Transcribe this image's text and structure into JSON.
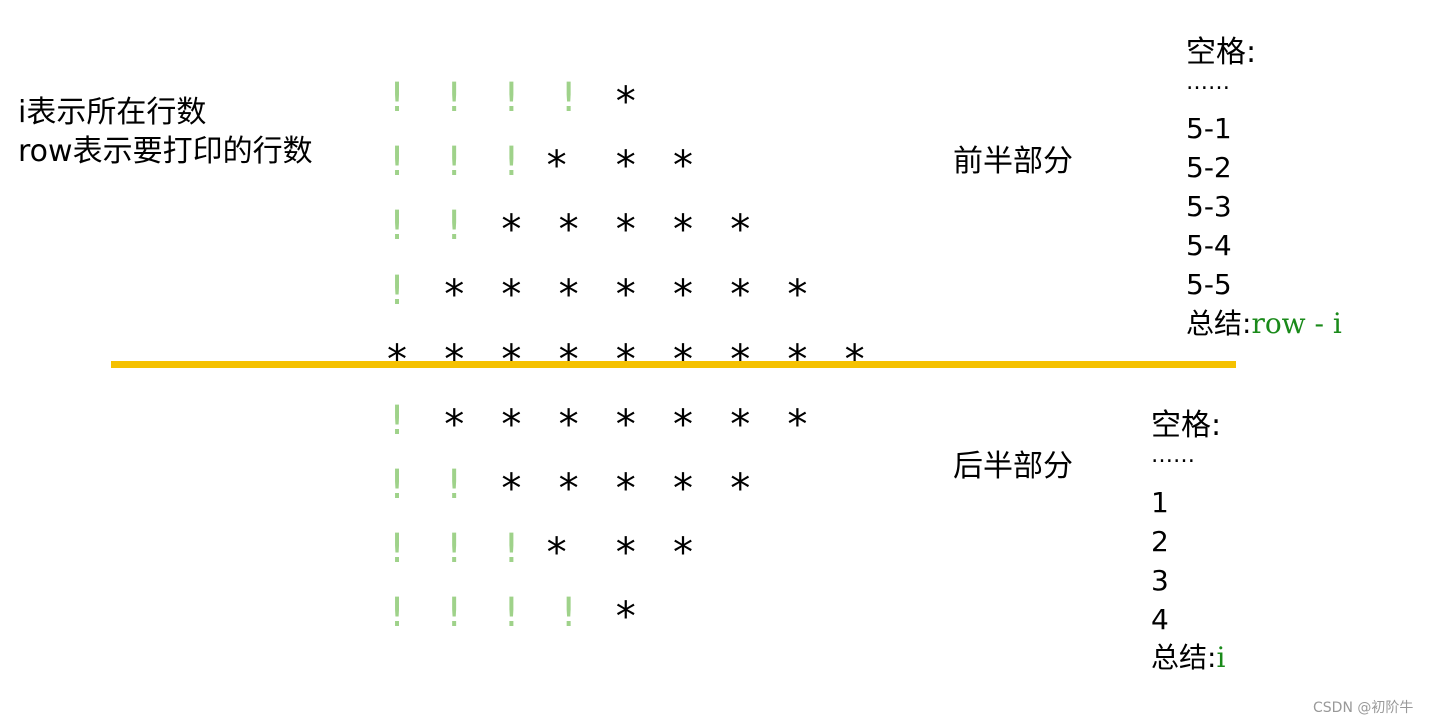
{
  "legend": {
    "line1": "i表示所在行数",
    "line2": "row表示要打印的行数"
  },
  "top_section_label": "前半部分",
  "bottom_section_label": "后半部分",
  "top_panel": {
    "title": "空格:",
    "dots": "……",
    "items": [
      "5-1",
      "5-2",
      "5-3",
      "5-4",
      "5-5"
    ],
    "summary_prefix": "总结:",
    "summary_formula": "row - i"
  },
  "bottom_panel": {
    "title": "空格:",
    "dots": "……",
    "items": [
      "1",
      "2",
      "3",
      "4"
    ],
    "summary_prefix": "总结:",
    "summary_formula": "i"
  },
  "pattern": {
    "star_char": "*",
    "space_char": "!",
    "rows": [
      {
        "spaces": 4,
        "stars": 1
      },
      {
        "spaces": 3,
        "stars": 3
      },
      {
        "spaces": 2,
        "stars": 5
      },
      {
        "spaces": 1,
        "stars": 7
      },
      {
        "spaces": 0,
        "stars": 9
      },
      {
        "spaces": 1,
        "stars": 7
      },
      {
        "spaces": 2,
        "stars": 5
      },
      {
        "spaces": 3,
        "stars": 3
      },
      {
        "spaces": 4,
        "stars": 1
      }
    ]
  },
  "colors": {
    "space_marker": "#9fd28a",
    "formula": "#1a8a1a",
    "divider": "#f5c100",
    "text": "#000000"
  },
  "watermark": "CSDN @初阶牛"
}
